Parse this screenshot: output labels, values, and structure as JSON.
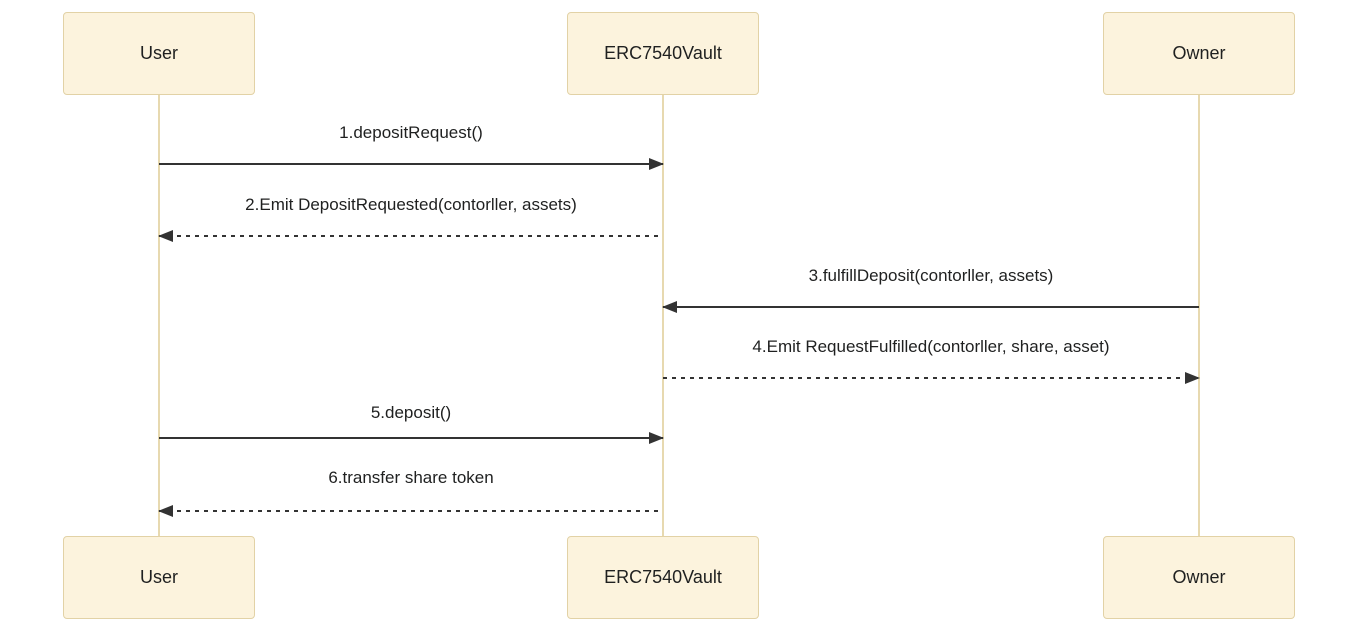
{
  "diagram": {
    "type": "sequence-diagram",
    "actors": [
      {
        "id": "user",
        "name": "User"
      },
      {
        "id": "vault",
        "name": "ERC7540Vault"
      },
      {
        "id": "owner",
        "name": "Owner"
      }
    ],
    "messages": [
      {
        "seq": 1,
        "from": "User",
        "to": "ERC7540Vault",
        "line": "solid",
        "label": "1.depositRequest()"
      },
      {
        "seq": 2,
        "from": "ERC7540Vault",
        "to": "User",
        "line": "dashed",
        "label": "2.Emit DepositRequested(contorller, assets)"
      },
      {
        "seq": 3,
        "from": "Owner",
        "to": "ERC7540Vault",
        "line": "solid",
        "label": "3.fulfillDeposit(contorller, assets)"
      },
      {
        "seq": 4,
        "from": "ERC7540Vault",
        "to": "Owner",
        "line": "dashed",
        "label": "4.Emit RequestFulfilled(contorller, share, asset)"
      },
      {
        "seq": 5,
        "from": "User",
        "to": "ERC7540Vault",
        "line": "solid",
        "label": "5.deposit()"
      },
      {
        "seq": 6,
        "from": "ERC7540Vault",
        "to": "User",
        "line": "dashed",
        "label": "6.transfer share token"
      }
    ],
    "colors": {
      "background": "#ffffff",
      "actor_fill": "#fcf3dd",
      "actor_border": "#e2d2a6",
      "lifeline": "#e7d9b0",
      "arrow": "#333333",
      "text": "#1f2020"
    }
  }
}
